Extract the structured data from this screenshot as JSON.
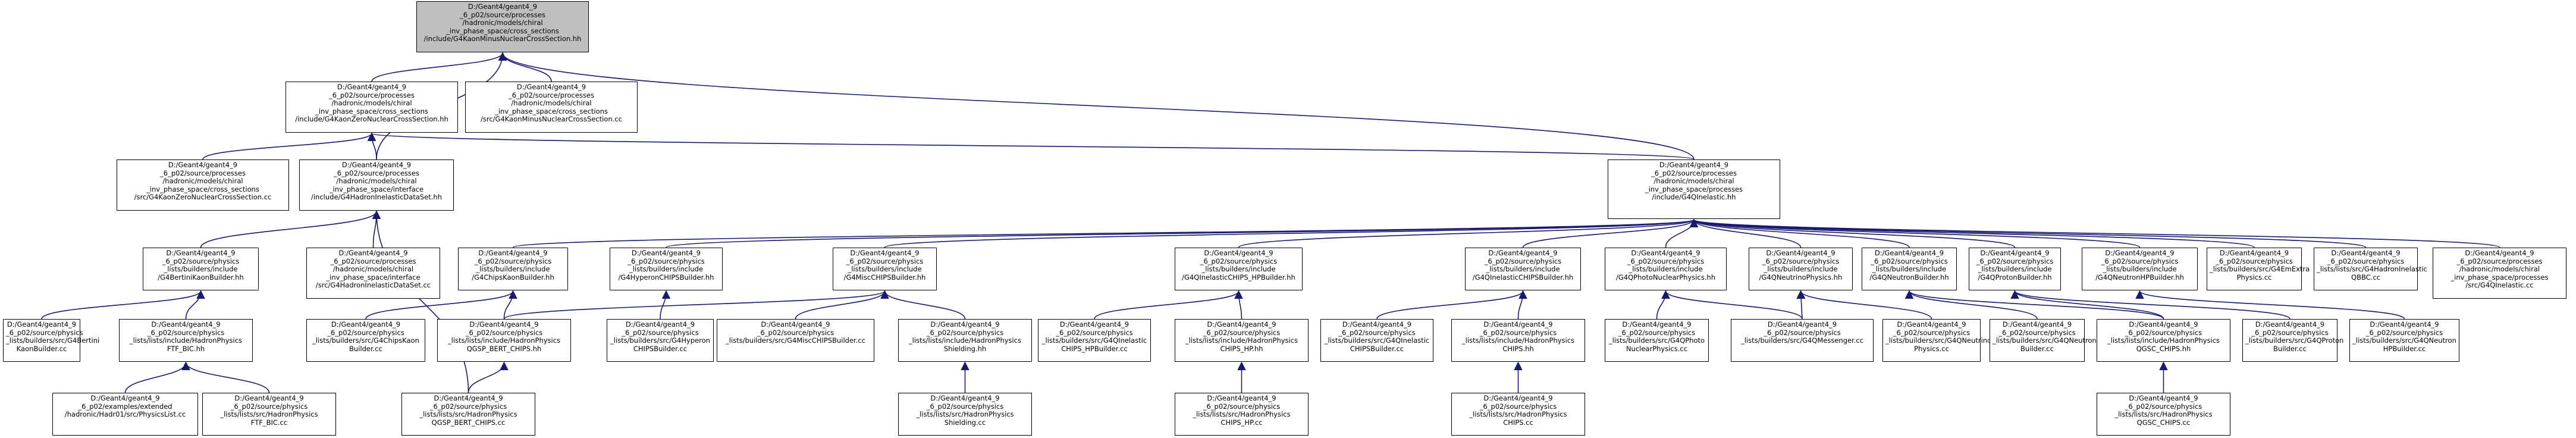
{
  "diagram": {
    "type": "include-dependency-graph",
    "colors": {
      "edge": "#191970",
      "root_fill": "#bfbfbf",
      "node_fill": "#ffffff",
      "node_border": "#000000"
    },
    "nodes": [
      {
        "id": "root",
        "label": "D:/Geant4/geant4_9\n_6_p02/source/processes\n/hadronic/models/chiral\n_inv_phase_space/cross_sections\n/include/G4KaonMinusNuclearCrossSection.hh"
      },
      {
        "id": "kzero",
        "label": "D:/Geant4/geant4_9\n_6_p02/source/processes\n/hadronic/models/chiral\n_inv_phase_space/cross_sections\n/include/G4KaonZeroNuclearCrossSection.hh"
      },
      {
        "id": "kminus_src",
        "label": "D:/Geant4/geant4_9\n_6_p02/source/processes\n/hadronic/models/chiral\n_inv_phase_space/cross_sections\n/src/G4KaonMinusNuclearCrossSection.cc"
      },
      {
        "id": "kzero_src",
        "label": "D:/Geant4/geant4_9\n_6_p02/source/processes\n/hadronic/models/chiral\n_inv_phase_space/cross_sections\n/src/G4KaonZeroNuclearCrossSection.cc"
      },
      {
        "id": "inel_ds",
        "label": "D:/Geant4/geant4_9\n_6_p02/source/processes\n/hadronic/models/chiral\n_inv_phase_space/interface\n/include/G4HadronInelasticDataSet.hh"
      },
      {
        "id": "g4qinel",
        "label": "D:/Geant4/geant4_9\n_6_p02/source/processes\n/hadronic/models/chiral\n_inv_phase_space/processes\n/include/G4QInelastic.hh"
      },
      {
        "id": "bertini_kaon",
        "label": "D:/Geant4/geant4_9\n_6_p02/source/physics\n_lists/builders/include\n/G4BertiniKaonBuilder.hh"
      },
      {
        "id": "inel_ds_src",
        "label": "D:/Geant4/geant4_9\n_6_p02/source/processes\n/hadronic/models/chiral\n_inv_phase_space/interface\n/src/G4HadronInelasticDataSet.cc"
      },
      {
        "id": "chips_kaon",
        "label": "D:/Geant4/geant4_9\n_6_p02/source/physics\n_lists/builders/include\n/G4ChipsKaonBuilder.hh"
      },
      {
        "id": "hyperon_chips",
        "label": "D:/Geant4/geant4_9\n_6_p02/source/physics\n_lists/builders/include\n/G4HyperonCHIPSBuilder.hh"
      },
      {
        "id": "misc_chips",
        "label": "D:/Geant4/geant4_9\n_6_p02/source/physics\n_lists/builders/include\n/G4MiscCHIPSBuilder.hh"
      },
      {
        "id": "qinel_chips_hp",
        "label": "D:/Geant4/geant4_9\n_6_p02/source/physics\n_lists/builders/include\n/G4QInelasticCHIPS_HPBuilder.hh"
      },
      {
        "id": "qinel_chips",
        "label": "D:/Geant4/geant4_9\n_6_p02/source/physics\n_lists/builders/include\n/G4QInelasticCHIPSBuilder.hh"
      },
      {
        "id": "qphoto",
        "label": "D:/Geant4/geant4_9\n_6_p02/source/physics\n_lists/builders/include\n/G4QPhotoNuclearPhysics.hh"
      },
      {
        "id": "qneutrino",
        "label": "D:/Geant4/geant4_9\n_6_p02/source/physics\n_lists/builders/include\n/G4QNeutrinoPhysics.hh"
      },
      {
        "id": "qneutron",
        "label": "D:/Geant4/geant4_9\n_6_p02/source/physics\n_lists/builders/include\n/G4QNeutronBuilder.hh"
      },
      {
        "id": "qproton",
        "label": "D:/Geant4/geant4_9\n_6_p02/source/physics\n_lists/builders/include\n/G4QProtonBuilder.hh"
      },
      {
        "id": "qneutronhp",
        "label": "D:/Geant4/geant4_9\n_6_p02/source/physics\n_lists/builders/include\n/G4QNeutronHPBuilder.hh"
      },
      {
        "id": "emextra",
        "label": "D:/Geant4/geant4_9\n_6_p02/source/physics\n_lists/builders/src/G4EmExtra\nPhysics.cc"
      },
      {
        "id": "qbbc",
        "label": "D:/Geant4/geant4_9\n_6_p02/source/physics\n_lists/lists/src/G4HadronInelastic\nQBBC.cc"
      },
      {
        "id": "qinel_src",
        "label": "D:/Geant4/geant4_9\n_6_p02/source/processes\n/hadronic/models/chiral\n_inv_phase_space/processes\n/src/G4QInelastic.cc"
      },
      {
        "id": "bertini_kaon_src",
        "label": "D:/Geant4/geant4_9\n_6_p02/source/physics\n_lists/builders/src/G4Bertini\nKaonBuilder.cc"
      },
      {
        "id": "ftf_bic_hh",
        "label": "D:/Geant4/geant4_9\n_6_p02/source/physics\n_lists/lists/include/HadronPhysics\nFTF_BIC.hh"
      },
      {
        "id": "chips_kaon_src",
        "label": "D:/Geant4/geant4_9\n_6_p02/source/physics\n_lists/builders/src/G4ChipsKaon\nBuilder.cc"
      },
      {
        "id": "qgsp_bert_chips_hh",
        "label": "D:/Geant4/geant4_9\n_6_p02/source/physics\n_lists/lists/include/HadronPhysics\nQGSP_BERT_CHIPS.hh"
      },
      {
        "id": "hyperon_chips_src",
        "label": "D:/Geant4/geant4_9\n_6_p02/source/physics\n_lists/builders/src/G4Hyperon\nCHIPSBuilder.cc"
      },
      {
        "id": "misc_chips_src",
        "label": "D:/Geant4/geant4_9\n_6_p02/source/physics\n_lists/builders/src/G4MiscCHIPSBuilder.cc"
      },
      {
        "id": "shielding_hh",
        "label": "D:/Geant4/geant4_9\n_6_p02/source/physics\n_lists/lists/include/HadronPhysics\nShielding.hh"
      },
      {
        "id": "qinel_chips_hp_src",
        "label": "D:/Geant4/geant4_9\n_6_p02/source/physics\n_lists/builders/src/G4QInelastic\nCHIPS_HPBuilder.cc"
      },
      {
        "id": "chips_hp_hh",
        "label": "D:/Geant4/geant4_9\n_6_p02/source/physics\n_lists/lists/include/HadronPhysics\nCHIPS_HP.hh"
      },
      {
        "id": "qinel_chips_src",
        "label": "D:/Geant4/geant4_9\n_6_p02/source/physics\n_lists/builders/src/G4QInelastic\nCHIPSBuilder.cc"
      },
      {
        "id": "chips_hh",
        "label": "D:/Geant4/geant4_9\n_6_p02/source/physics\n_lists/lists/include/HadronPhysics\nCHIPS.hh"
      },
      {
        "id": "qphoto_src",
        "label": "D:/Geant4/geant4_9\n_6_p02/source/physics\n_lists/builders/src/G4QPhoto\nNuclearPhysics.cc"
      },
      {
        "id": "qmessenger_src",
        "label": "D:/Geant4/geant4_9\n_6_p02/source/physics\n_lists/builders/src/G4QMessenger.cc"
      },
      {
        "id": "qneutrino_src",
        "label": "D:/Geant4/geant4_9\n_6_p02/source/physics\n_lists/builders/src/G4QNeutrino\nPhysics.cc"
      },
      {
        "id": "qneutron_src",
        "label": "D:/Geant4/geant4_9\n_6_p02/source/physics\n_lists/builders/src/G4QNeutron\nBuilder.cc"
      },
      {
        "id": "qgsc_chips_hh",
        "label": "D:/Geant4/geant4_9\n_6_p02/source/physics\n_lists/lists/include/HadronPhysics\nQGSC_CHIPS.hh"
      },
      {
        "id": "qproton_src",
        "label": "D:/Geant4/geant4_9\n_6_p02/source/physics\n_lists/builders/src/G4QProton\nBuilder.cc"
      },
      {
        "id": "qneutronhp_src",
        "label": "D:/Geant4/geant4_9\n_6_p02/source/physics\n_lists/builders/src/G4QNeutron\nHPBuilder.cc"
      },
      {
        "id": "physicslist",
        "label": "D:/Geant4/geant4_9\n_6_p02/examples/extended\n/hadronic/Hadr01/src/PhysicsList.cc"
      },
      {
        "id": "ftf_bic_src",
        "label": "D:/Geant4/geant4_9\n_6_p02/source/physics\n_lists/lists/src/HadronPhysics\nFTF_BIC.cc"
      },
      {
        "id": "qgsp_bert_chips_src",
        "label": "D:/Geant4/geant4_9\n_6_p02/source/physics\n_lists/lists/src/HadronPhysics\nQGSP_BERT_CHIPS.cc"
      },
      {
        "id": "shielding_src",
        "label": "D:/Geant4/geant4_9\n_6_p02/source/physics\n_lists/lists/src/HadronPhysics\nShielding.cc"
      },
      {
        "id": "chips_hp_src",
        "label": "D:/Geant4/geant4_9\n_6_p02/source/physics\n_lists/lists/src/HadronPhysics\nCHIPS_HP.cc"
      },
      {
        "id": "chips_src",
        "label": "D:/Geant4/geant4_9\n_6_p02/source/physics\n_lists/lists/src/HadronPhysics\nCHIPS.cc"
      },
      {
        "id": "qgsc_chips_src",
        "label": "D:/Geant4/geant4_9\n_6_p02/source/physics\n_lists/lists/src/HadronPhysics\nQGSC_CHIPS.cc"
      }
    ],
    "edges": [
      [
        "kzero",
        "root"
      ],
      [
        "kminus_src",
        "root"
      ],
      [
        "inel_ds",
        "root"
      ],
      [
        "g4qinel",
        "root"
      ],
      [
        "kzero_src",
        "kzero"
      ],
      [
        "inel_ds",
        "kzero"
      ],
      [
        "g4qinel",
        "kzero"
      ],
      [
        "bertini_kaon",
        "inel_ds"
      ],
      [
        "inel_ds_src",
        "inel_ds"
      ],
      [
        "qgsp_bert_chips_src",
        "inel_ds"
      ],
      [
        "chips_kaon",
        "g4qinel"
      ],
      [
        "hyperon_chips",
        "g4qinel"
      ],
      [
        "misc_chips",
        "g4qinel"
      ],
      [
        "qinel_chips_hp",
        "g4qinel"
      ],
      [
        "qinel_chips",
        "g4qinel"
      ],
      [
        "qphoto",
        "g4qinel"
      ],
      [
        "qneutrino",
        "g4qinel"
      ],
      [
        "qneutron",
        "g4qinel"
      ],
      [
        "qproton",
        "g4qinel"
      ],
      [
        "qneutronhp",
        "g4qinel"
      ],
      [
        "emextra",
        "g4qinel"
      ],
      [
        "qbbc",
        "g4qinel"
      ],
      [
        "qinel_src",
        "g4qinel"
      ],
      [
        "bertini_kaon_src",
        "bertini_kaon"
      ],
      [
        "ftf_bic_hh",
        "bertini_kaon"
      ],
      [
        "physicslist",
        "ftf_bic_hh"
      ],
      [
        "ftf_bic_src",
        "ftf_bic_hh"
      ],
      [
        "chips_kaon_src",
        "chips_kaon"
      ],
      [
        "qgsp_bert_chips_hh",
        "chips_kaon"
      ],
      [
        "qgsp_bert_chips_src",
        "qgsp_bert_chips_hh"
      ],
      [
        "hyperon_chips_src",
        "hyperon_chips"
      ],
      [
        "misc_chips_src",
        "misc_chips"
      ],
      [
        "shielding_hh",
        "misc_chips"
      ],
      [
        "qgsp_bert_chips_hh",
        "misc_chips"
      ],
      [
        "shielding_src",
        "shielding_hh"
      ],
      [
        "qinel_chips_hp_src",
        "qinel_chips_hp"
      ],
      [
        "chips_hp_hh",
        "qinel_chips_hp"
      ],
      [
        "chips_hp_src",
        "chips_hp_hh"
      ],
      [
        "qinel_chips_src",
        "qinel_chips"
      ],
      [
        "chips_hh",
        "qinel_chips"
      ],
      [
        "chips_src",
        "chips_hh"
      ],
      [
        "qphoto_src",
        "qphoto"
      ],
      [
        "qmessenger_src",
        "qphoto"
      ],
      [
        "qneutrino_src",
        "qneutrino"
      ],
      [
        "qmessenger_src",
        "qneutrino"
      ],
      [
        "qneutron_src",
        "qneutron"
      ],
      [
        "qgsc_chips_hh",
        "qneutron"
      ],
      [
        "qproton_src",
        "qproton"
      ],
      [
        "qgsc_chips_hh",
        "qproton"
      ],
      [
        "qneutronhp_src",
        "qneutronhp"
      ],
      [
        "qgsc_chips_src",
        "qgsc_chips_hh"
      ]
    ]
  }
}
